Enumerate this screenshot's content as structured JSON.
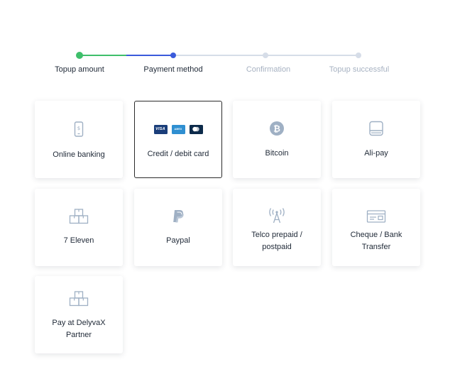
{
  "stepper": {
    "steps": [
      {
        "label": "Topup amount",
        "state": "done"
      },
      {
        "label": "Payment method",
        "state": "current"
      },
      {
        "label": "Confirmation",
        "state": "pending"
      },
      {
        "label": "Topup successful",
        "state": "pending"
      }
    ],
    "colors": {
      "done": "#3fbf6b",
      "current": "#3b5bdb",
      "pending": "#d6dde8",
      "pending_text": "#a7b2c2"
    }
  },
  "payment_methods": [
    {
      "label": "Online banking",
      "icon": "mobile-dollar-icon"
    },
    {
      "label": "Credit / debit card",
      "icon": "card-brands-icon",
      "selected": true,
      "brands": [
        "VISA",
        "AMERICAN EXPRESS",
        "mastercard"
      ]
    },
    {
      "label": "Bitcoin",
      "icon": "bitcoin-icon"
    },
    {
      "label": "Ali-pay",
      "icon": "alipay-icon"
    },
    {
      "label": "7 Eleven",
      "icon": "boxes-icon"
    },
    {
      "label": "Paypal",
      "icon": "paypal-icon"
    },
    {
      "label": "Telco prepaid / postpaid",
      "icon": "antenna-icon"
    },
    {
      "label": "Cheque / Bank Transfer",
      "icon": "cheque-icon"
    },
    {
      "label": "Pay at DelyvaX Partner",
      "icon": "boxes-icon"
    }
  ],
  "colors": {
    "icon": "#9fb0c4",
    "selected_border": "#2b2b2b"
  }
}
